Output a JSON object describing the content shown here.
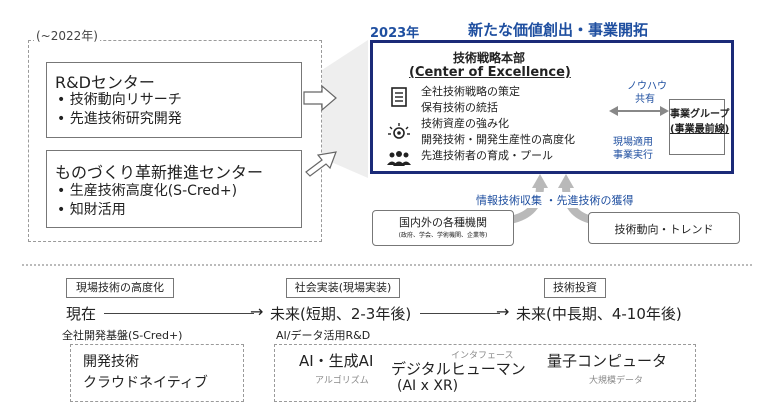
{
  "era_label": "(~2022年)",
  "rd_center": {
    "title": "R&Dセンター",
    "items": [
      "技術動向リサーチ",
      "先進技術研究開発"
    ]
  },
  "monozukuri_center": {
    "title": "ものづくり革新推進センター",
    "items": [
      "生産技術高度化(S-Cred+)",
      "知財活用"
    ]
  },
  "year_2023": "2023年",
  "headline": "新たな価値創出・事業開拓",
  "coe": {
    "title": "技術戦略本部",
    "subtitle": "(Center of Excellence)",
    "items": [
      "全社技術戦略の策定",
      "保有技術の統括",
      "技術資産の強み化",
      "開発技術・開発生産性の高度化",
      "先進技術者の育成・プール"
    ]
  },
  "knowhow_label": "ノウハウ",
  "share_label": "共有",
  "apply_label": "現場適用",
  "exec_label": "事業実行",
  "business_group": {
    "line1": "事業グループ",
    "line2": "(事業最前線)"
  },
  "info_collect": "情報技術収集 ・先進技術の獲得",
  "institutions": {
    "title": "国内外の各種機関",
    "sub": "(政府、学会、学術機関、企業等)"
  },
  "trend_box": "技術動向・トレンド",
  "timeline": {
    "tags": [
      "現場技術の高度化",
      "社会実装(現場実装)",
      "技術投資"
    ],
    "stages": [
      "現在",
      "未来(短期、2-3年後)",
      "未来(中長期、4-10年後)"
    ],
    "arrow_glyph": "→"
  },
  "left_section": {
    "label": "全社開発基盤(S-Cred+)",
    "items": [
      "開発技術",
      "クラウドネイティブ"
    ]
  },
  "right_section": {
    "label": "AI/データ活用R&D",
    "ai": "AI・生成AI",
    "ai_sub": "アルゴリズム",
    "interface": "インタフェース",
    "digital_human": "デジタルヒューマン",
    "ai_xr": "(AI x XR)",
    "quantum": "量子コンピュータ",
    "big_data": "大規模データ"
  },
  "colors": {
    "navy": "#1b2a78",
    "blue": "#1f4fa0",
    "gray_arrow": "#b9b9b9"
  }
}
